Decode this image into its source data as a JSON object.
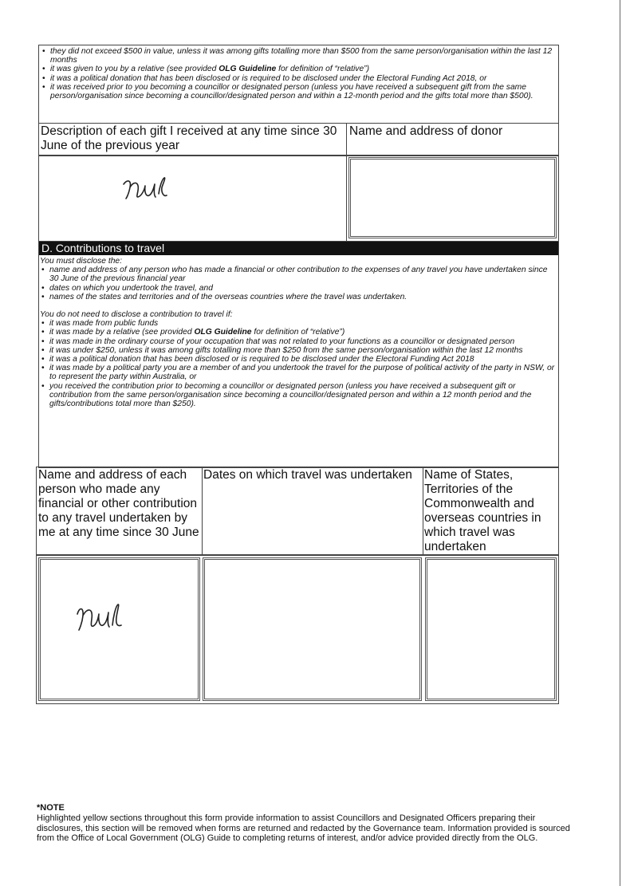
{
  "gifts_conditions": [
    {
      "parts": [
        {
          "t": "they did not exceed $500 in value, unless it was among gifts totalling more than $500 from the same person/organisation within the last 12 months"
        }
      ]
    },
    {
      "parts": [
        {
          "t": "it was given to you by a relative (see provided "
        },
        {
          "t": "OLG Guideline",
          "b": true
        },
        {
          "t": " for definition of “relative”)"
        }
      ]
    },
    {
      "parts": [
        {
          "t": "it was a political donation that has been disclosed or is required to be disclosed under the Electoral Funding Act 2018, or"
        }
      ]
    },
    {
      "parts": [
        {
          "t": "it was received prior to you becoming a councillor or designated person (unless you have received a subsequent gift from the same person/organisation since becoming a councillor/designated person and within a 12-month period and the gifts total more than $500)."
        }
      ]
    }
  ],
  "gifts_table": {
    "col1_header": "Description of each gift I received at any time since 30 June of the previous year",
    "col2_header": "Name and address of donor",
    "col1_value": "nil"
  },
  "section_d": {
    "title": "D. Contributions to travel",
    "must_intro": "You must disclose the:",
    "must_items": [
      {
        "parts": [
          {
            "t": "name and address of any person who has made a financial or other contribution to the expenses of any travel you have undertaken since 30 June of the previous financial year"
          }
        ]
      },
      {
        "parts": [
          {
            "t": "dates on which you undertook the travel, and"
          }
        ]
      },
      {
        "parts": [
          {
            "t": "names of the states and territories and of the overseas countries where the travel was undertaken."
          }
        ]
      }
    ],
    "need_not_intro": "You do not need to disclose a contribution to travel if:",
    "need_not_items": [
      {
        "parts": [
          {
            "t": "it was made from public funds"
          }
        ]
      },
      {
        "parts": [
          {
            "t": "it was made by a relative (see provided "
          },
          {
            "t": "OLG Guideline",
            "b": true
          },
          {
            "t": " for definition of “relative”)"
          }
        ]
      },
      {
        "parts": [
          {
            "t": "it was made in the ordinary course of your occupation that was not related to your functions as a councillor or designated person"
          }
        ]
      },
      {
        "parts": [
          {
            "t": "it was under $250, unless it was among gifts totalling more than $250 from the same person/organisation within the last 12 months"
          }
        ]
      },
      {
        "parts": [
          {
            "t": "it was a political donation that has been disclosed or is required to be disclosed under the Electoral Funding Act 2018"
          }
        ]
      },
      {
        "parts": [
          {
            "t": "it was made by a political party you are a member of and you undertook the travel for the purpose of political activity of the party in NSW, or to represent the party within Australia, or"
          }
        ]
      },
      {
        "parts": [
          {
            "t": "you received the contribution prior to becoming a councillor or designated person (unless you have received a subsequent gift or contribution from the same person/organisation since becoming a councillor/designated person and within a 12 month period and the gifts/contributions total more than $250)."
          }
        ]
      }
    ]
  },
  "travel_table": {
    "col1_header": "Name and address of each person who made any financial or other contribution to any travel undertaken by me at any time since 30 June",
    "col2_header": "Dates on which travel was undertaken",
    "col3_header": "Name of States, Territories of the Commonwealth and overseas countries in which travel was undertaken",
    "col1_value": "nil"
  },
  "note": {
    "title": "*NOTE",
    "body": "Highlighted yellow sections throughout this form provide information to assist Councillors and Designated Officers preparing their disclosures, this section will be removed when forms are returned and redacted by the Governance team. Information provided is sourced from the Office of Local Government (OLG) Guide to completing returns of interest, and/or advice provided directly from the OLG."
  }
}
